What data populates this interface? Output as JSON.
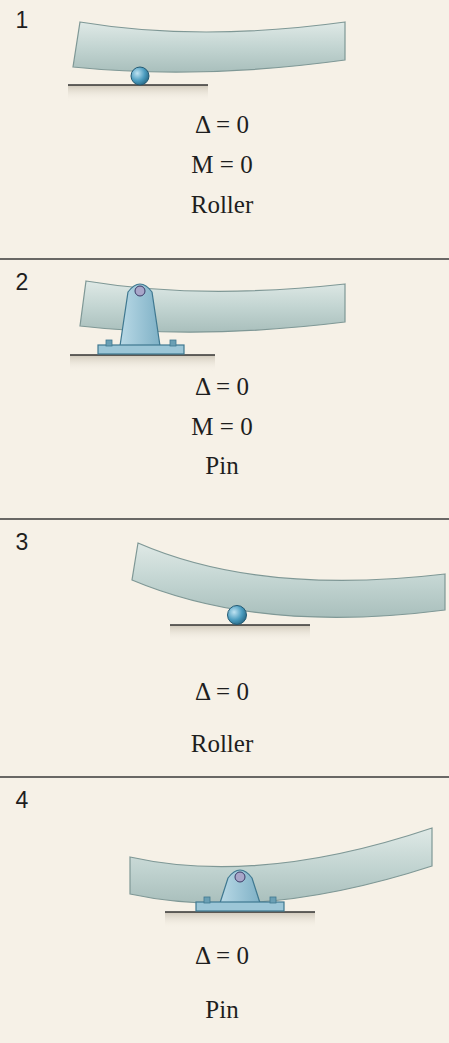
{
  "diagram": {
    "nodes": [
      {
        "text": [
          "1",
          "Δ = 0",
          "M = 0",
          "Roller"
        ]
      },
      {
        "text": [
          "2",
          "Δ = 0",
          "M = 0",
          "Pin"
        ]
      },
      {
        "text": [
          "3",
          "Δ = 0",
          "Roller"
        ]
      },
      {
        "text": [
          "4",
          "Δ = 0",
          "Pin"
        ]
      }
    ]
  }
}
